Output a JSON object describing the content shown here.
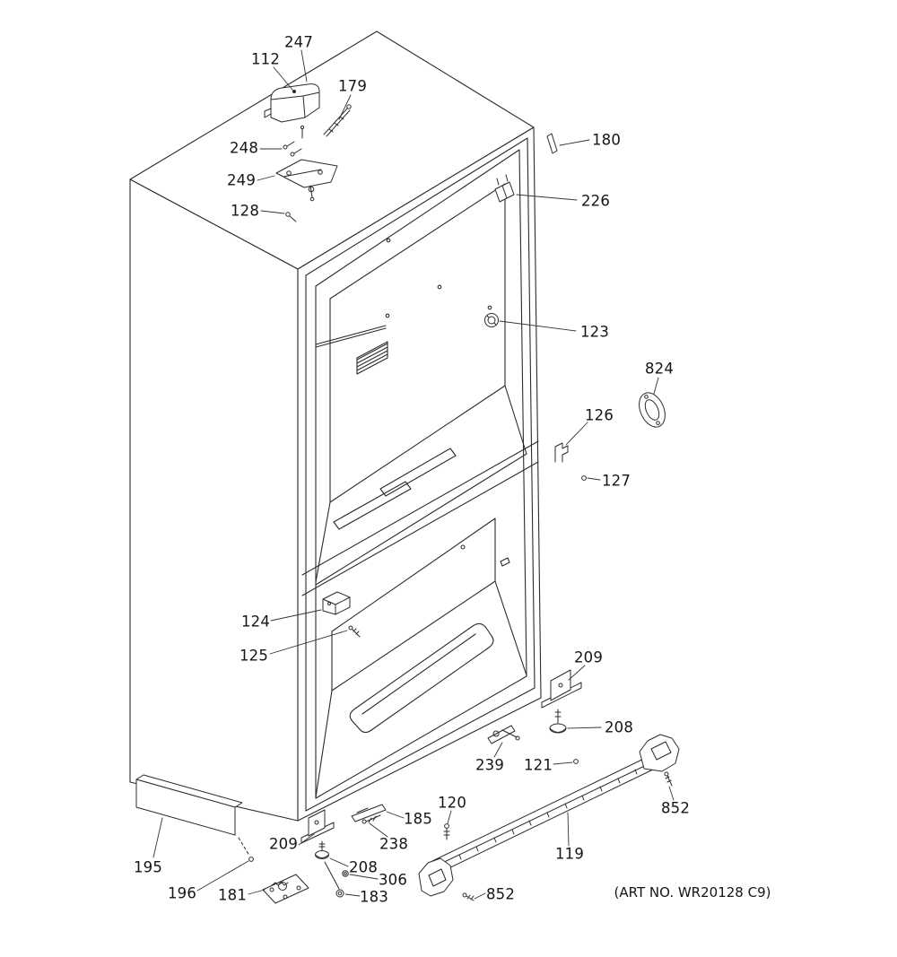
{
  "diagram": {
    "art_no": "(ART NO. WR20128 C9)",
    "colors": {
      "ink": "#2b2b2b",
      "background": "#ffffff"
    },
    "callouts": [
      {
        "label": "112"
      },
      {
        "label": "247"
      },
      {
        "label": "179"
      },
      {
        "label": "180"
      },
      {
        "label": "248"
      },
      {
        "label": "249"
      },
      {
        "label": "226"
      },
      {
        "label": "128"
      },
      {
        "label": "123"
      },
      {
        "label": "824"
      },
      {
        "label": "126"
      },
      {
        "label": "127"
      },
      {
        "label": "124"
      },
      {
        "label": "125"
      },
      {
        "label": "209"
      },
      {
        "label": "208"
      },
      {
        "label": "239"
      },
      {
        "label": "121"
      },
      {
        "label": "852"
      },
      {
        "label": "120"
      },
      {
        "label": "185"
      },
      {
        "label": "238"
      },
      {
        "label": "119"
      },
      {
        "label": "195"
      },
      {
        "label": "209"
      },
      {
        "label": "196"
      },
      {
        "label": "181"
      },
      {
        "label": "208"
      },
      {
        "label": "306"
      },
      {
        "label": "183"
      },
      {
        "label": "852"
      }
    ]
  }
}
